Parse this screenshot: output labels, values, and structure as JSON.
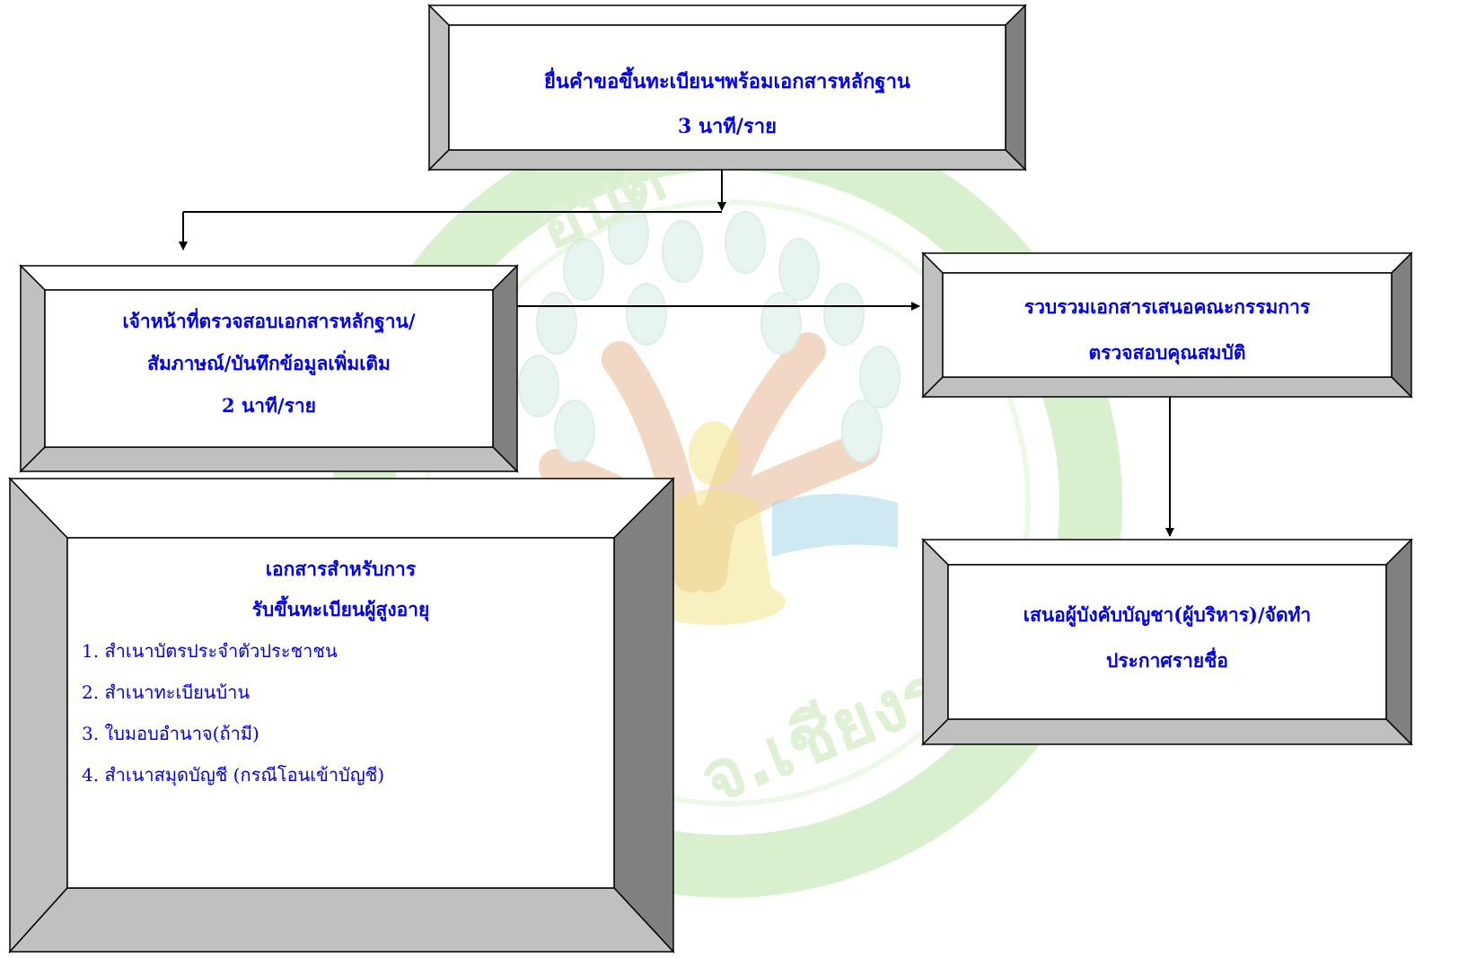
{
  "diagram": {
    "colors": {
      "text": "#0000ee",
      "border": "#000000",
      "bevel_light": "#ffffff",
      "bevel_mid": "#c0c0c0",
      "bevel_dark": "#808080",
      "watermark_green": "#6cc94f",
      "watermark_tree": "#c98b60",
      "watermark_leaf": "#a9d6c2"
    },
    "boxes": {
      "submit": {
        "line1": "ยื่นคำขอขึ้นทะเบียนฯพร้อมเอกสารหลักฐาน",
        "line2": "3 นาที/ราย"
      },
      "check": {
        "line1": "เจ้าหน้าที่ตรวจสอบเอกสารหลักฐาน/",
        "line2": "สัมภาษณ์/บันทึกข้อมูลเพิ่มเติม",
        "line3": "2 นาที/ราย"
      },
      "collect": {
        "line1": "รวบรวมเอกสารเสนอคณะกรรมการ",
        "line2": "ตรวจสอบคุณสมบัติ"
      },
      "propose": {
        "line1": "เสนอผู้บังคับบัญชา(ผู้บริหาร)/จัดทำ",
        "line2": "ประกาศรายชื่อ"
      },
      "documents": {
        "heading1": "เอกสารสำหรับการ",
        "heading2": "รับขึ้นทะเบียนผู้สูงอายุ",
        "items": [
          "1.  สำเนาบัตรประจำตัวประชาชน",
          "2.  สำเนาทะเบียนบ้าน",
          "3.  ใบมอบอำนาจ(ถ้ามี)",
          "4. สำเนาสมุดบัญชี (กรณีโอนเข้าบัญชี)"
        ]
      }
    },
    "watermark": {
      "text_bottom": "จ.เชียงร",
      "text_top": "อบต"
    }
  }
}
